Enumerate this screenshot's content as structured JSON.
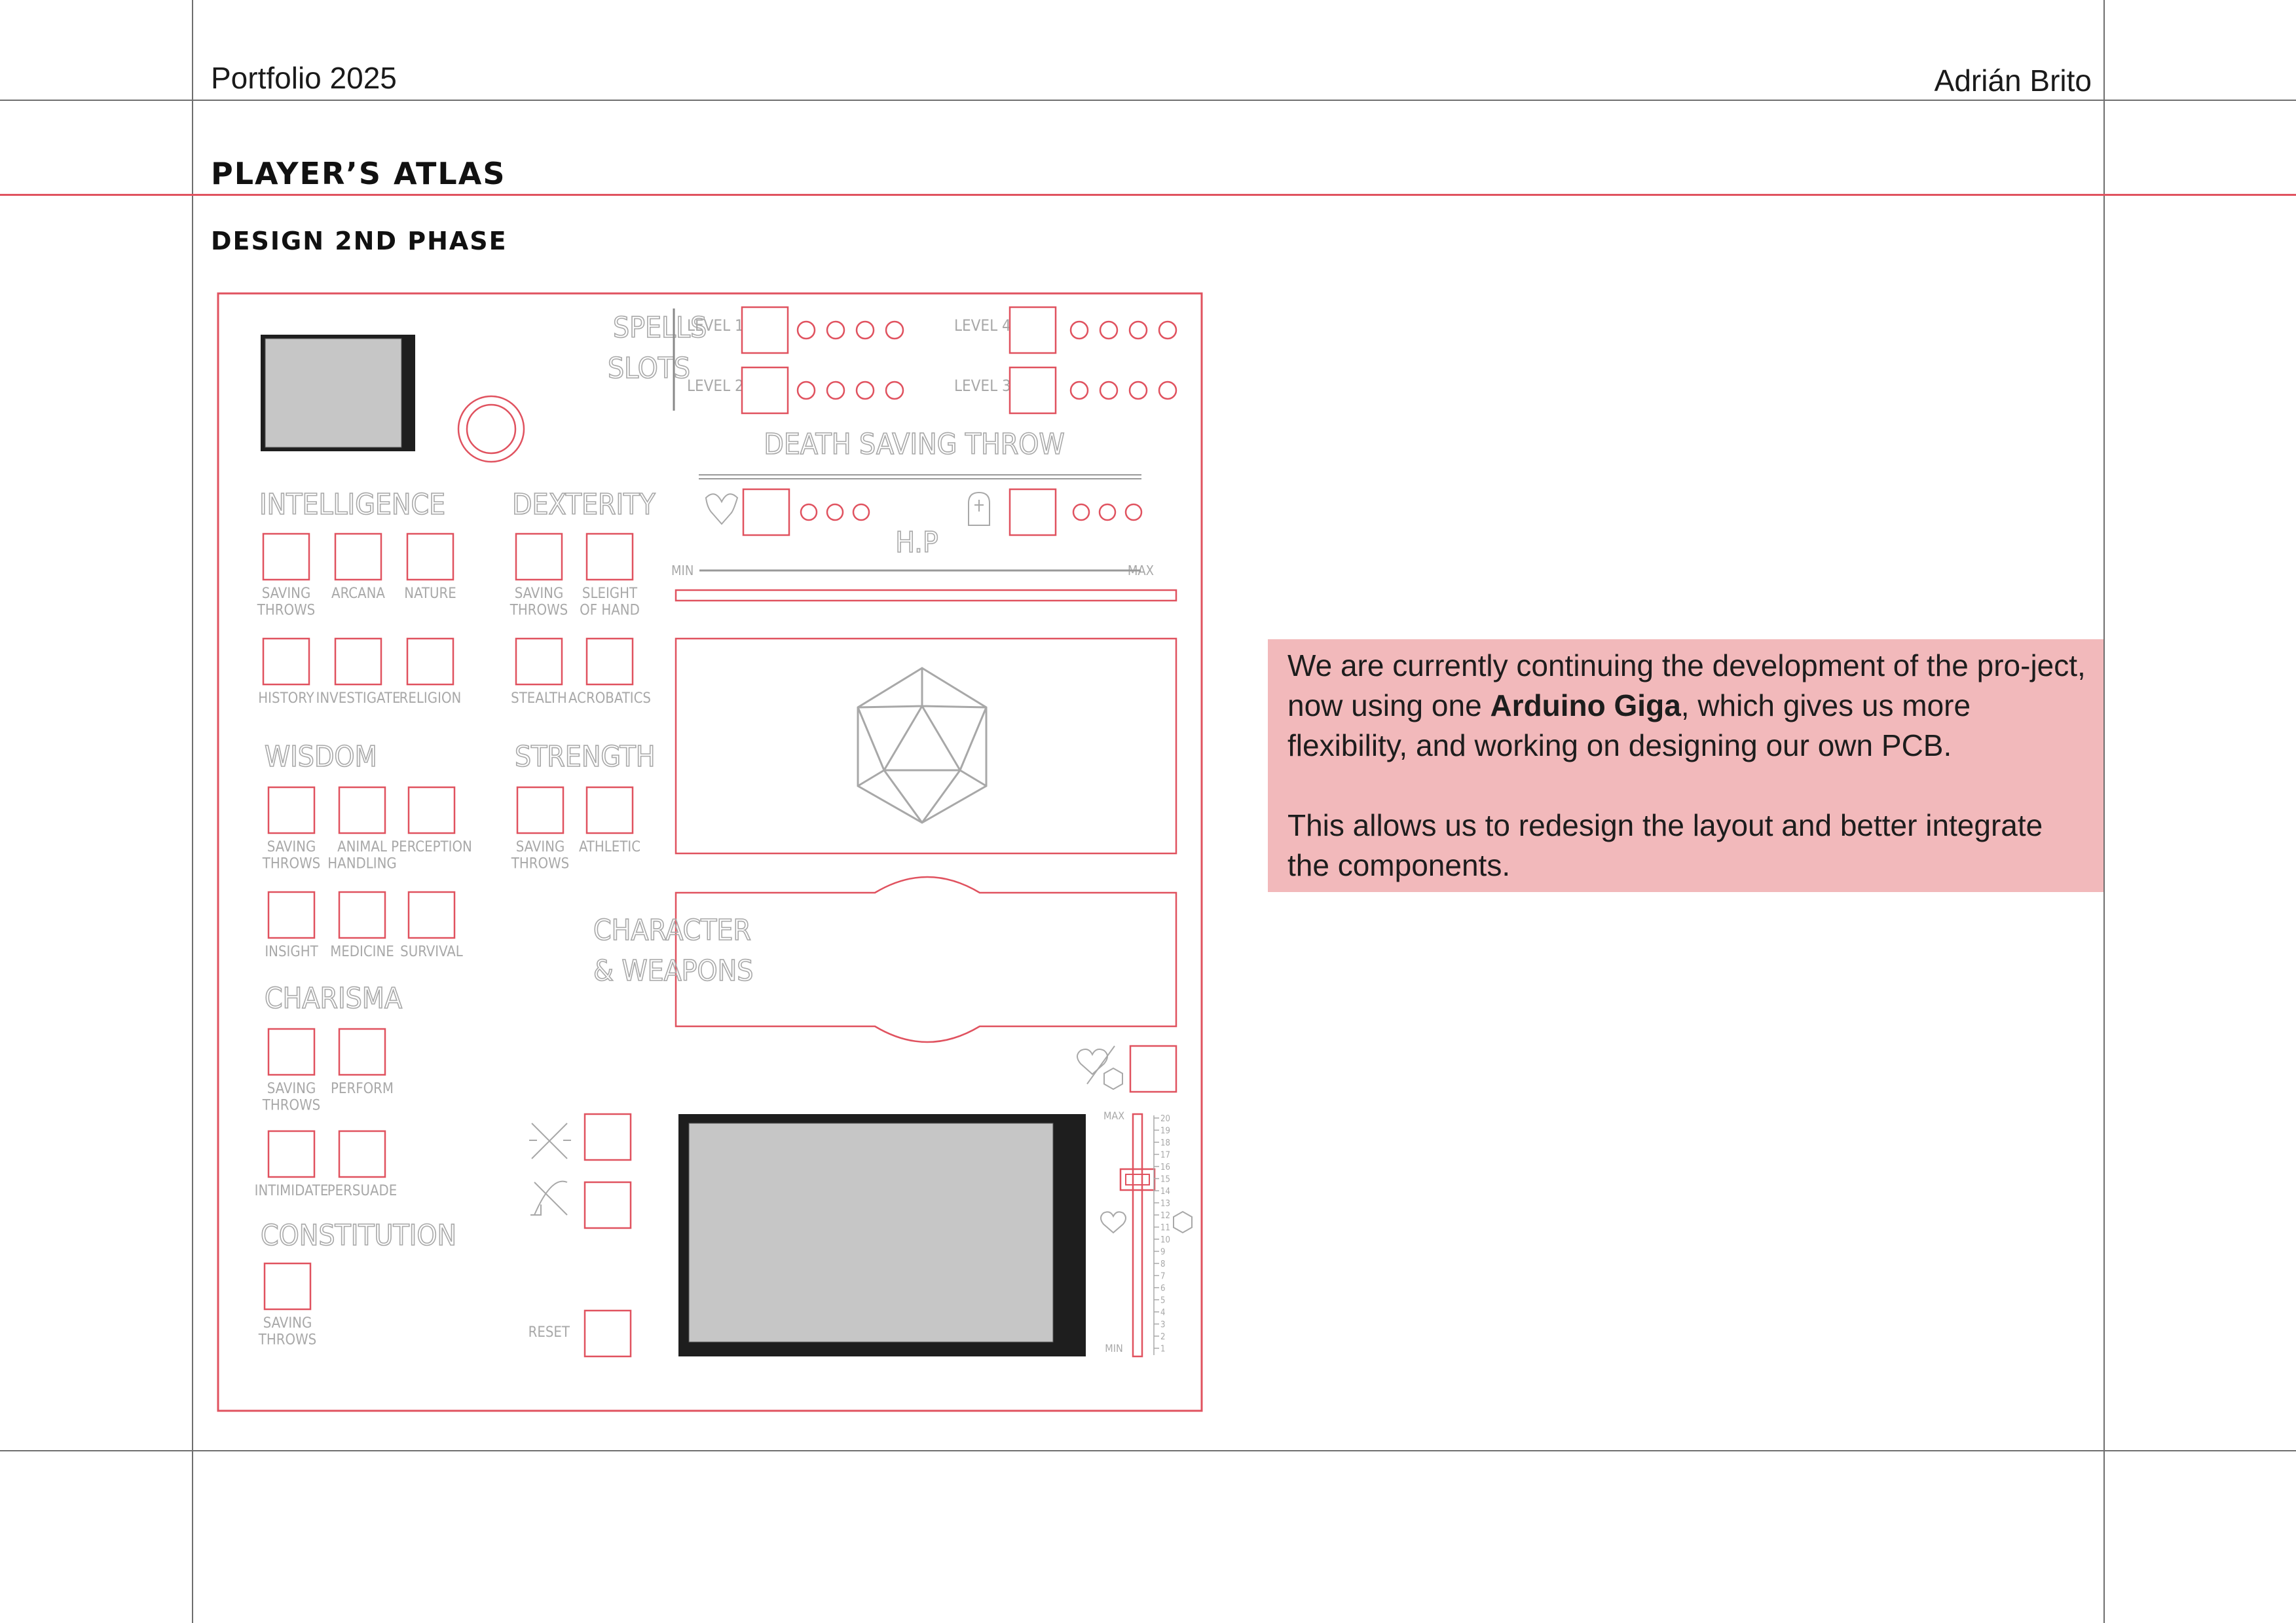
{
  "header": {
    "left": "Portfolio 2025",
    "right": "Adrián Brito"
  },
  "page": {
    "title": "PLAYER’S ATLAS",
    "subtitle": "DESIGN 2ND PHASE"
  },
  "note": {
    "p1_before": "We are currently continuing the development of the pro-ject, now using one ",
    "p1_bold": "Arduino Giga",
    "p1_after": ", which gives us more flexibility, and working on designing our own PCB.",
    "p2": "This allows us to redesign the layout and better integrate the components."
  },
  "board": {
    "spell_slots": {
      "title_line1": "SPELLS",
      "title_line2": "SLOTS",
      "levels": [
        "LEVEL 1",
        "LEVEL 2",
        "LEVEL 4",
        "LEVEL 3"
      ]
    },
    "death_saving": "DEATH SAVING THROW",
    "hp": {
      "label": "H.P",
      "min": "MIN",
      "max": "MAX"
    },
    "intelligence": {
      "title": "INTELLIGENCE",
      "skills": [
        "SAVING\nTHROWS",
        "ARCANA",
        "NATURE",
        "HISTORY",
        "INVESTIGATE",
        "RELIGION"
      ]
    },
    "dexterity": {
      "title": "DEXTERITY",
      "skills": [
        "SAVING\nTHROWS",
        "SLEIGHT\nOF HAND",
        "STEALTH",
        "ACROBATICS"
      ]
    },
    "wisdom": {
      "title": "WISDOM",
      "skills": [
        "SAVING\nTHROWS",
        "ANIMAL\nHANDLING",
        "PERCEPTION",
        "INSIGHT",
        "MEDICINE",
        "SURVIVAL"
      ]
    },
    "strength": {
      "title": "STRENGTH",
      "skills": [
        "SAVING\nTHROWS",
        "ATHLETIC"
      ]
    },
    "charisma": {
      "title": "CHARISMA",
      "skills": [
        "SAVING\nTHROWS",
        "PERFORM",
        "INTIMIDATE",
        "PERSUADE"
      ]
    },
    "constitution": {
      "title": "CONSTITUTION",
      "skills": [
        "SAVING\nTHROWS"
      ]
    },
    "character_weapons": {
      "line1": "CHARACTER",
      "line2": "& WEAPONS"
    },
    "reset": "RESET",
    "slider": {
      "max": "MAX",
      "min": "MIN",
      "ticks": [
        "20",
        "19",
        "18",
        "17",
        "16",
        "15",
        "14",
        "13",
        "12",
        "11",
        "10",
        "9",
        "8",
        "7",
        "6",
        "5",
        "4",
        "3",
        "2",
        "1"
      ]
    }
  },
  "colors": {
    "accent": "#e0525f",
    "grid": "#6e6e6e",
    "note_bg": "#f2b9bb",
    "label_grey": "#a8a8a8"
  }
}
